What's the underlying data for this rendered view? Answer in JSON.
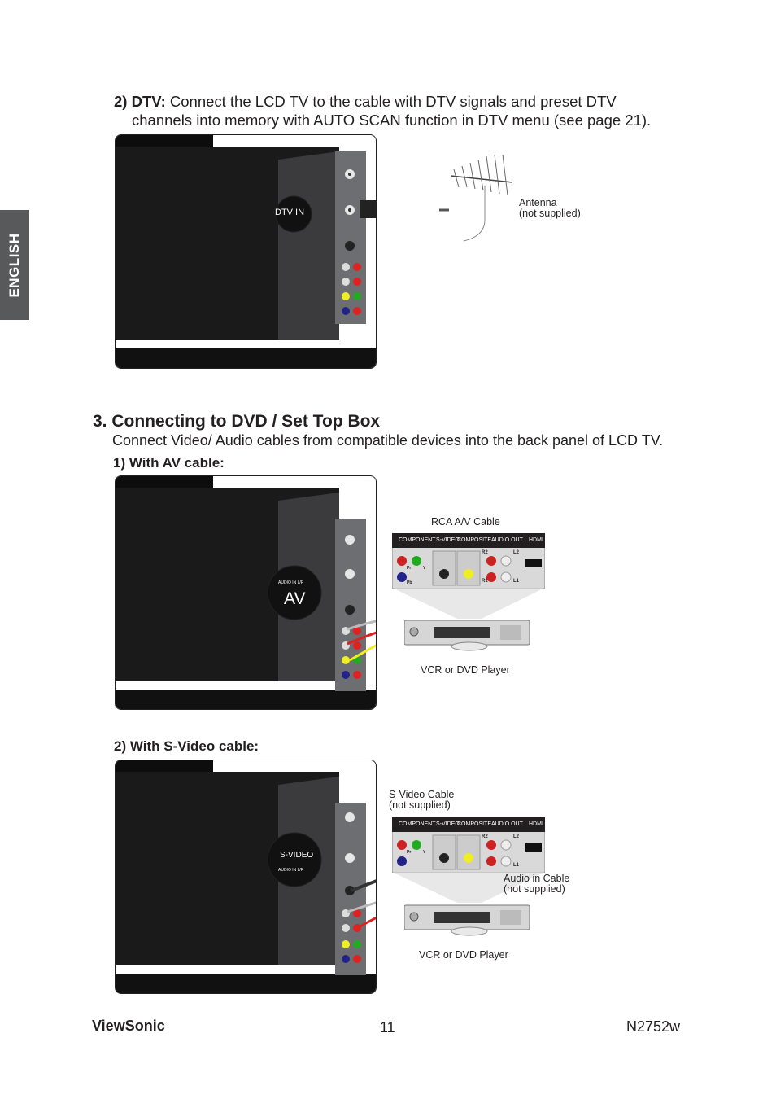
{
  "side_tab": {
    "label": "ENGLISH"
  },
  "dtv": {
    "label": "2) DTV:",
    "text_line1": "Connect the LCD TV to the cable with DTV signals and preset DTV",
    "text_line2": "channels into memory with AUTO SCAN function in DTV menu (see page 21).",
    "callout": "DTV IN",
    "antenna_label_1": "Antenna",
    "antenna_label_2": "(not supplied)"
  },
  "section3": {
    "title": "3. Connecting to DVD / Set Top Box",
    "description": "Connect Video/ Audio cables from compatible devices into the back panel of LCD TV."
  },
  "av": {
    "heading": "1) With AV cable:",
    "callout": "AV",
    "cable_label": "RCA A/V Cable",
    "device_label": "VCR or DVD Player"
  },
  "svideo": {
    "heading": "2) With S-Video cable:",
    "callout": "S-VIDEO",
    "cable_label_1": "S-Video Cable",
    "cable_label_2": "(not supplied)",
    "audio_label_1": "Audio in Cable",
    "audio_label_2": "(not supplied)",
    "device_label": "VCR or DVD Player"
  },
  "panel_labels": {
    "component": "COMPONENT",
    "svideo": "S-VIDEO",
    "composite": "COMPOSITE",
    "audio_out": "AUDIO OUT",
    "hdmi": "HDMI",
    "r2": "R2",
    "l2": "L2",
    "r1": "R1",
    "l1": "L1",
    "pr": "Pr",
    "pb": "Pb",
    "y": "Y",
    "audio_in": "AUDIO IN L/R"
  },
  "footer": {
    "brand": "ViewSonic",
    "page": "11",
    "model": "N2752w"
  }
}
